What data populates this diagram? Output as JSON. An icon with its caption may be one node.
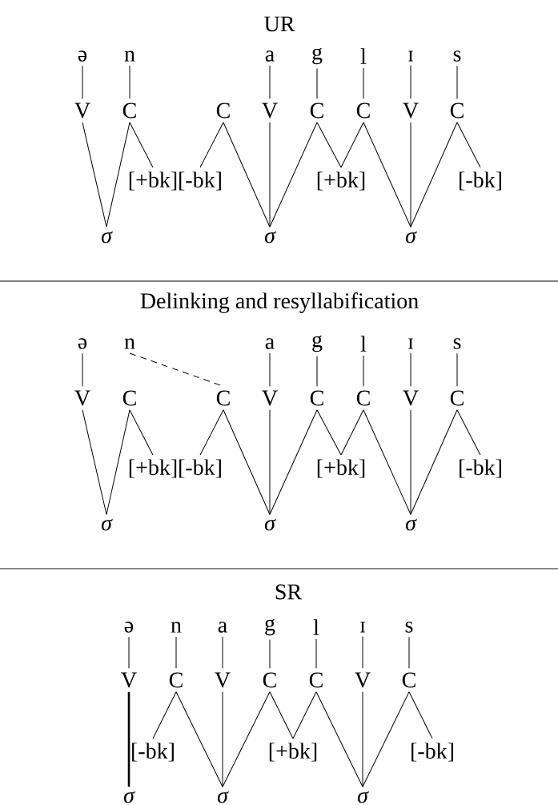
{
  "diagram": {
    "nodes": [
      {
        "text": [
          "ə"
        ]
      },
      {
        "text": [
          "n"
        ]
      },
      {
        "text": [
          "a"
        ]
      },
      {
        "text": [
          "g"
        ]
      },
      {
        "text": [
          "l"
        ]
      },
      {
        "text": [
          "ɪ"
        ]
      },
      {
        "text": [
          "s"
        ]
      },
      {
        "text": [
          "V"
        ]
      },
      {
        "text": [
          "C"
        ]
      },
      {
        "text": [
          "C"
        ]
      },
      {
        "text": [
          "V"
        ]
      },
      {
        "text": [
          "C"
        ]
      },
      {
        "text": [
          "C"
        ]
      },
      {
        "text": [
          "V"
        ]
      },
      {
        "text": [
          "C"
        ]
      },
      {
        "text": [
          "[+bk]"
        ]
      },
      {
        "text": [
          "[-bk]"
        ]
      },
      {
        "text": [
          "[+bk]"
        ]
      },
      {
        "text": [
          "[-bk]"
        ]
      },
      {
        "text": [
          "σ"
        ]
      },
      {
        "text": [
          "σ"
        ]
      },
      {
        "text": [
          "σ"
        ]
      },
      {
        "text": [
          "ə"
        ]
      },
      {
        "text": [
          "n"
        ]
      },
      {
        "text": [
          "a"
        ]
      },
      {
        "text": [
          "g"
        ]
      },
      {
        "text": [
          "l"
        ]
      },
      {
        "text": [
          "ɪ"
        ]
      },
      {
        "text": [
          "s"
        ]
      },
      {
        "text": [
          "V"
        ]
      },
      {
        "text": [
          "C"
        ]
      },
      {
        "text": [
          "C"
        ]
      },
      {
        "text": [
          "V"
        ]
      },
      {
        "text": [
          "C"
        ]
      },
      {
        "text": [
          "C"
        ]
      },
      {
        "text": [
          "V"
        ]
      },
      {
        "text": [
          "C"
        ]
      },
      {
        "text": [
          "[+bk]"
        ]
      },
      {
        "text": [
          "[-bk]"
        ]
      },
      {
        "text": [
          "[+bk]"
        ]
      },
      {
        "text": [
          "[-bk]"
        ]
      },
      {
        "text": [
          "σ"
        ]
      },
      {
        "text": [
          "σ"
        ]
      },
      {
        "text": [
          "σ"
        ]
      },
      {
        "text": [
          "ə"
        ]
      },
      {
        "text": [
          "n"
        ]
      },
      {
        "text": [
          "a"
        ]
      },
      {
        "text": [
          "g"
        ]
      },
      {
        "text": [
          "l"
        ]
      },
      {
        "text": [
          "ɪ"
        ]
      },
      {
        "text": [
          "s"
        ]
      },
      {
        "text": [
          "V"
        ]
      },
      {
        "text": [
          "C"
        ]
      },
      {
        "text": [
          "V"
        ]
      },
      {
        "text": [
          "C"
        ]
      },
      {
        "text": [
          "C"
        ]
      },
      {
        "text": [
          "V"
        ]
      },
      {
        "text": [
          "C"
        ]
      },
      {
        "text": [
          "[-bk]"
        ]
      },
      {
        "text": [
          "[+bk]"
        ]
      },
      {
        "text": [
          "[-bk]"
        ]
      },
      {
        "text": [
          "σ"
        ]
      },
      {
        "text": [
          "σ"
        ]
      },
      {
        "text": [
          "σ"
        ]
      }
    ],
    "edges": [
      {
        "from": 0,
        "to": 7,
        "arrow": "none"
      },
      {
        "from": 1,
        "to": 8,
        "arrow": "none"
      },
      {
        "from": 2,
        "to": 10,
        "arrow": "none"
      },
      {
        "from": 3,
        "to": 11,
        "arrow": "none"
      },
      {
        "from": 4,
        "to": 12,
        "arrow": "none"
      },
      {
        "from": 5,
        "to": 13,
        "arrow": "none"
      },
      {
        "from": 6,
        "to": 14,
        "arrow": "none"
      },
      {
        "from": 8,
        "to": 15,
        "arrow": "none"
      },
      {
        "from": 9,
        "to": 16,
        "arrow": "none"
      },
      {
        "from": 11,
        "to": 17,
        "arrow": "none"
      },
      {
        "from": 12,
        "to": 17,
        "arrow": "none"
      },
      {
        "from": 14,
        "to": 18,
        "arrow": "none"
      },
      {
        "from": 7,
        "to": 19,
        "arrow": "none"
      },
      {
        "from": 8,
        "to": 19,
        "arrow": "none"
      },
      {
        "from": 9,
        "to": 20,
        "arrow": "none"
      },
      {
        "from": 10,
        "to": 20,
        "arrow": "none"
      },
      {
        "from": 11,
        "to": 20,
        "arrow": "none"
      },
      {
        "from": 12,
        "to": 21,
        "arrow": "none"
      },
      {
        "from": 13,
        "to": 21,
        "arrow": "none"
      },
      {
        "from": 14,
        "to": 21,
        "arrow": "none"
      },
      {
        "from": 22,
        "to": 29,
        "arrow": "none"
      },
      {
        "from": 23,
        "to": 31,
        "arrow": "none",
        "style": "dashed"
      },
      {
        "from": 24,
        "to": 32,
        "arrow": "none"
      },
      {
        "from": 25,
        "to": 33,
        "arrow": "none"
      },
      {
        "from": 26,
        "to": 34,
        "arrow": "none"
      },
      {
        "from": 27,
        "to": 35,
        "arrow": "none"
      },
      {
        "from": 28,
        "to": 36,
        "arrow": "none"
      },
      {
        "from": 30,
        "to": 37,
        "arrow": "none"
      },
      {
        "from": 31,
        "to": 38,
        "arrow": "none"
      },
      {
        "from": 33,
        "to": 39,
        "arrow": "none"
      },
      {
        "from": 34,
        "to": 39,
        "arrow": "none"
      },
      {
        "from": 36,
        "to": 40,
        "arrow": "none"
      },
      {
        "from": 29,
        "to": 41,
        "arrow": "none"
      },
      {
        "from": 30,
        "to": 41,
        "arrow": "none"
      },
      {
        "from": 31,
        "to": 42,
        "arrow": "none"
      },
      {
        "from": 32,
        "to": 42,
        "arrow": "none"
      },
      {
        "from": 33,
        "to": 42,
        "arrow": "none"
      },
      {
        "from": 34,
        "to": 43,
        "arrow": "none"
      },
      {
        "from": 35,
        "to": 43,
        "arrow": "none"
      },
      {
        "from": 36,
        "to": 43,
        "arrow": "none"
      },
      {
        "from": 44,
        "to": 51,
        "arrow": "none"
      },
      {
        "from": 45,
        "to": 52,
        "arrow": "none"
      },
      {
        "from": 46,
        "to": 53,
        "arrow": "none"
      },
      {
        "from": 47,
        "to": 54,
        "arrow": "none"
      },
      {
        "from": 48,
        "to": 55,
        "arrow": "none"
      },
      {
        "from": 49,
        "to": 56,
        "arrow": "none"
      },
      {
        "from": 50,
        "to": 57,
        "arrow": "none"
      },
      {
        "from": 52,
        "to": 58,
        "arrow": "none"
      },
      {
        "from": 54,
        "to": 59,
        "arrow": "none"
      },
      {
        "from": 55,
        "to": 59,
        "arrow": "none"
      },
      {
        "from": 57,
        "to": 60,
        "arrow": "none"
      },
      {
        "from": 51,
        "to": 61,
        "arrow": "none",
        "style": "thick"
      },
      {
        "from": 52,
        "to": 62,
        "arrow": "none"
      },
      {
        "from": 53,
        "to": 62,
        "arrow": "none"
      },
      {
        "from": 54,
        "to": 62,
        "arrow": "none"
      },
      {
        "from": 55,
        "to": 63,
        "arrow": "none"
      },
      {
        "from": 56,
        "to": 63,
        "arrow": "none"
      },
      {
        "from": 57,
        "to": 63,
        "arrow": "none"
      }
    ],
    "labels": [
      "UR",
      "Delinking and resyllabification",
      "SR"
    ]
  }
}
